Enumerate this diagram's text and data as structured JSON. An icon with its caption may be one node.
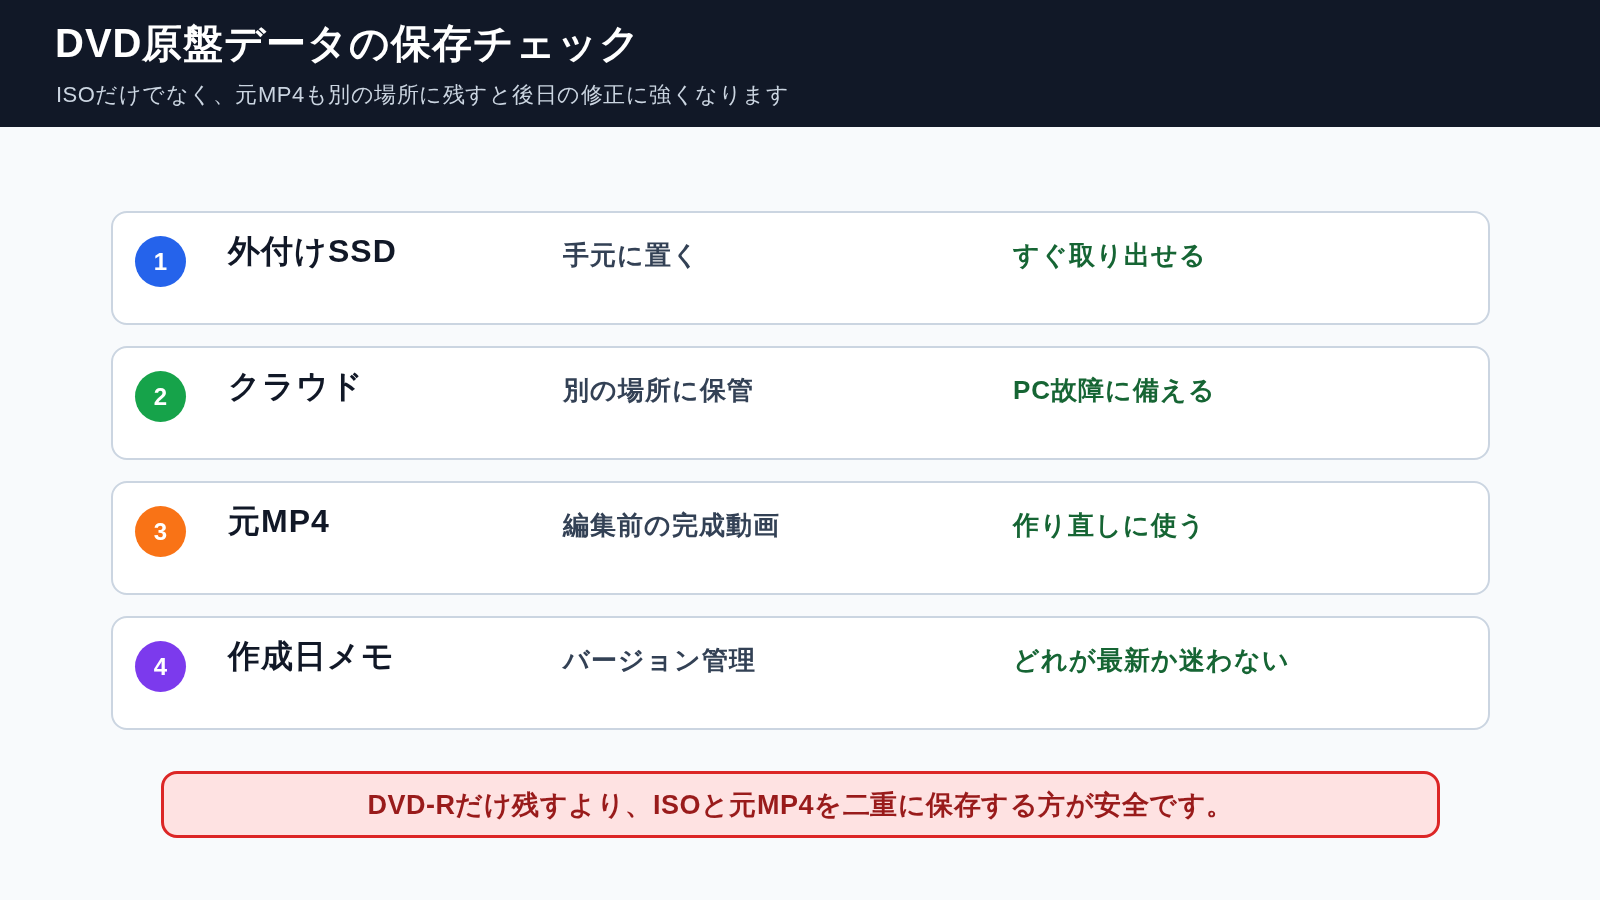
{
  "diagram": {
    "title": "DVD原盤データの保存チェック",
    "nodes": [
      {
        "text": [
          "外付けSSD",
          "手元に置く",
          "すぐ取り出せる"
        ]
      },
      {
        "text": [
          "1"
        ],
        "in": 0
      },
      {
        "text": [
          "クラウド",
          "別の場所に保管",
          "PC故障に備える"
        ]
      },
      {
        "text": [
          "2"
        ],
        "in": 2
      },
      {
        "text": [
          "元MP4",
          "編集前の完成動画",
          "作り直しに使う"
        ]
      },
      {
        "text": [
          "3"
        ],
        "in": 4
      },
      {
        "text": [
          "作成日メモ",
          "バージョン管理",
          "どれが最新か迷わない"
        ]
      },
      {
        "text": [
          "4"
        ],
        "in": 6
      },
      {
        "text": [
          "DVD-Rだけ残すより、ISOと元MP4を二重に保存する方が安全です。"
        ]
      }
    ],
    "labels": [
      "ISOだけでなく、元MP4も別の場所に残すと後日の修正に強くなります"
    ]
  }
}
